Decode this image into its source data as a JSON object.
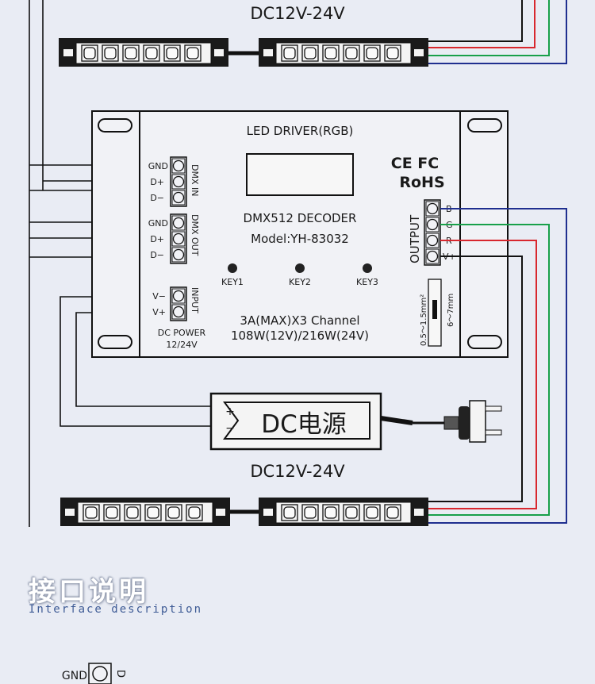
{
  "top_voltage": "DC12V-24V",
  "bottom_voltage": "DC12V-24V",
  "device": {
    "title": "LED DRIVER(RGB)",
    "decoder": "DMX512 DECODER",
    "model": "Model:YH-83032",
    "keys": [
      "KEY1",
      "KEY2",
      "KEY3"
    ],
    "rating_line1": "3A(MAX)X3 Channel",
    "rating_line2": "108W(12V)/216W(24V)",
    "dmx_in_pins": [
      "GND",
      "D+",
      "D−"
    ],
    "dmx_in_label": "DMX IN",
    "dmx_out_pins": [
      "GND",
      "D+",
      "D−"
    ],
    "dmx_out_label": "DMX OUT",
    "input_pins": [
      "V−",
      "V+"
    ],
    "input_label": "INPUT",
    "dc_power_line1": "DC POWER",
    "dc_power_line2": "12/24V",
    "output_label": "OUTPUT",
    "output_pins": [
      "B",
      "G",
      "R",
      "V+"
    ],
    "cert_ce_fc": "CE FC",
    "cert_rohs": "RoHS",
    "wire_spec_1": "0.5～1.5mm²",
    "wire_spec_2": "6～7mm"
  },
  "power_supply": {
    "label": "DC电源",
    "plus": "+",
    "minus": "−"
  },
  "wire_colors": {
    "blue": "#1f2f8f",
    "green": "#18a04a",
    "red": "#d8272e",
    "black": "#111111"
  },
  "section": {
    "title_cn": "接口说明",
    "title_en": "Interface description"
  },
  "bottom_snippet": {
    "pin": "GND"
  }
}
